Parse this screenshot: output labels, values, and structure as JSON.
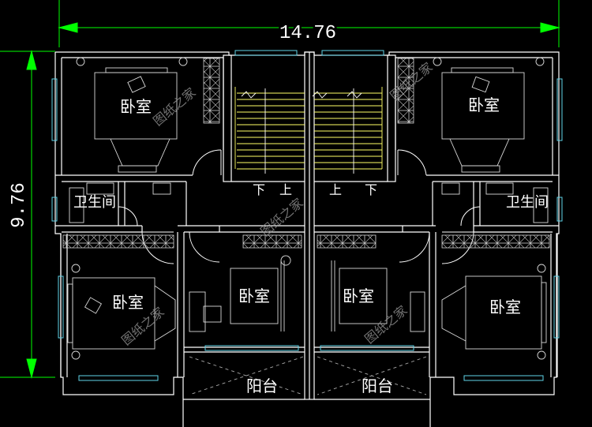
{
  "dimensions": {
    "overall_width": "14.76",
    "overall_depth": "9.76"
  },
  "rooms": {
    "bedroom_top_left": "卧室",
    "bedroom_top_right": "卧室",
    "bedroom_mid_left": "卧室",
    "bedroom_mid_center_left": "卧室",
    "bedroom_mid_center_right": "卧室",
    "bedroom_mid_right": "卧室",
    "bathroom_left": "卫生间",
    "bathroom_right": "卫生间",
    "balcony_left": "阳台",
    "balcony_right": "阳台"
  },
  "stairs": {
    "left_down": "下",
    "left_up": "上",
    "right_up": "上",
    "right_down": "下"
  },
  "watermark": "图纸之家",
  "colors": {
    "background": "#000000",
    "walls": "#ffffff",
    "dimension": "#00ff00",
    "windows": "#5fd3e8",
    "stairs": "#ffff66",
    "furniture": "#d8d8d8"
  }
}
